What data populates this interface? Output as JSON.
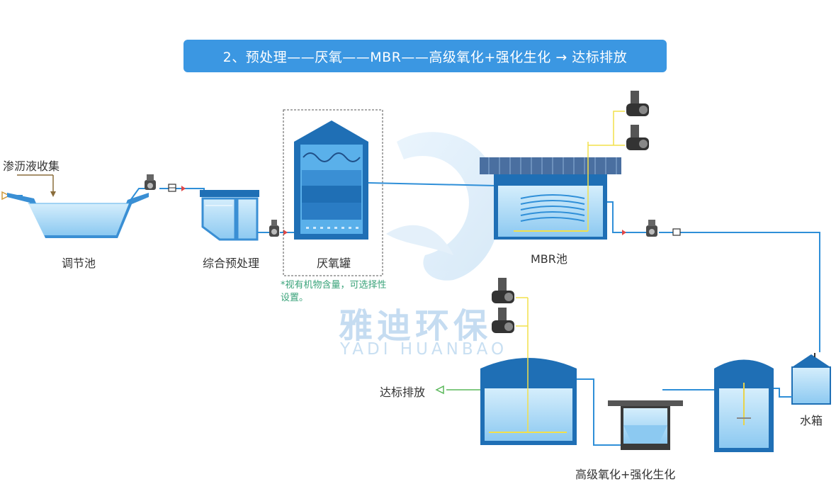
{
  "title": "2、预处理——厌氧——MBR——高级氧化+强化生化 → 达标排放",
  "watermark": {
    "cn": "雅迪环保",
    "en": "YADI HUANBAO"
  },
  "labels": {
    "collect": "渗沥液收集",
    "regulating_pool": "调节池",
    "pretreatment": "综合预处理",
    "anaerobic_tank": "厌氧罐",
    "mbr_pool": "MBR池",
    "water_tank": "水箱",
    "advanced": "高级氧化+强化生化",
    "discharge": "达标排放"
  },
  "note": "*视有机物含量，可选择性设置。",
  "colors": {
    "accent": "#3b97e2",
    "pipe": "#2f8fd8",
    "air": "#f2e04a",
    "water": "#bfe3fb",
    "note": "#3aa37a"
  }
}
